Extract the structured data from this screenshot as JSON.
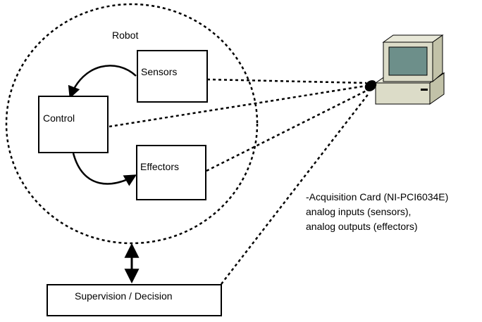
{
  "diagram": {
    "robot_label": "Robot",
    "nodes": {
      "sensors": "Sensors",
      "control": "Control",
      "effectors": "Effectors",
      "supervision": "Supervision / Decision"
    },
    "annotation": {
      "line1": "-Acquisition Card (NI-PCI6034E)",
      "line2": "analog inputs (sensors),",
      "line3": "analog outputs (effectors)"
    },
    "icons": [
      "computer-icon",
      "mouse-icon"
    ]
  }
}
